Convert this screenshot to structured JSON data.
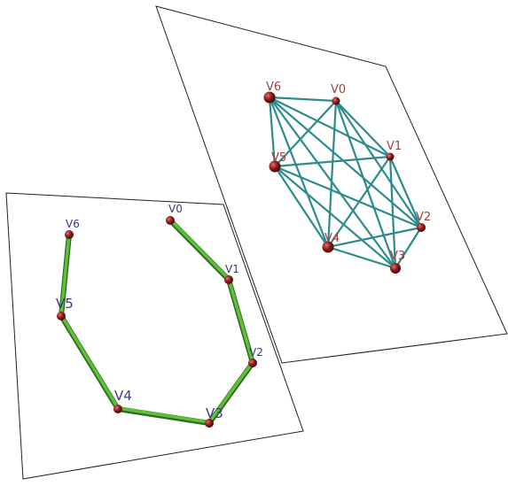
{
  "colors": {
    "complete_edge": "#2e8b8b",
    "path_edge": "#5fbf3a",
    "vertex": "#8b1a1a",
    "left_label": "#3a3a8a",
    "right_label": "#a04040"
  },
  "complete_graph": {
    "vertices": [
      "V6",
      "V0",
      "V1",
      "V5",
      "V2",
      "V4",
      "V3"
    ]
  },
  "path_graph": {
    "vertices": [
      "V0",
      "V1",
      "V2",
      "V3",
      "V4",
      "V5",
      "V6"
    ]
  }
}
